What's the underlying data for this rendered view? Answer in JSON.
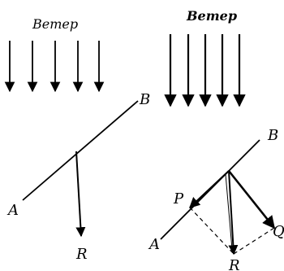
{
  "left": {
    "wind_label": "Ветер",
    "point_a": "A",
    "point_b": "B",
    "force_r": "R"
  },
  "right": {
    "wind_label": "Ветер",
    "point_a": "A",
    "point_b": "B",
    "force_p": "P",
    "force_q": "Q",
    "force_r": "R"
  },
  "colors": {
    "ink": "#000000",
    "background": "#ffffff"
  }
}
